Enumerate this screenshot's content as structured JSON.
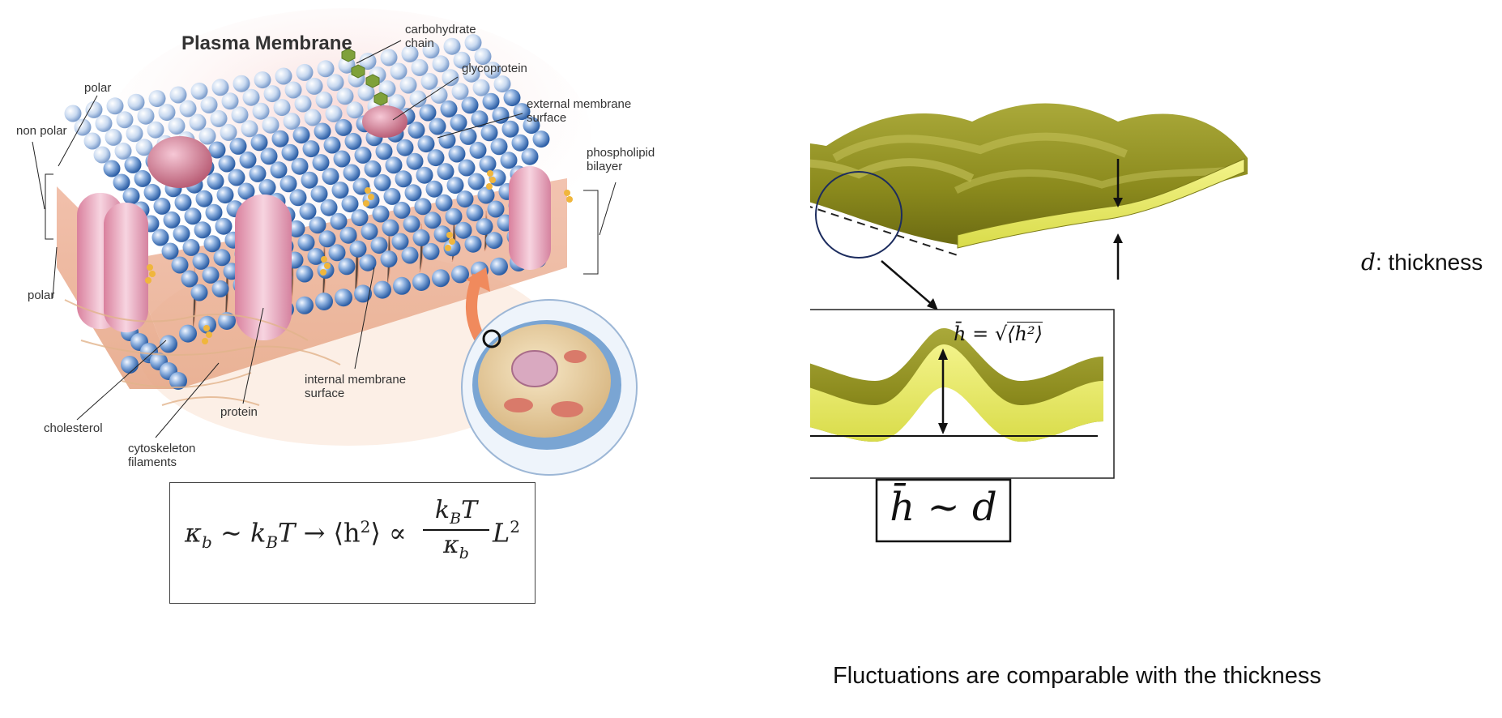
{
  "left_figure": {
    "title": "Plasma Membrane",
    "labels": {
      "carbohydrate_chain": "carbohydrate\nchain",
      "glycoprotein": "glycoprotein",
      "external_surface": "external membrane\nsurface",
      "phospholipid_bilayer": "phospholipid\nbilayer",
      "polar_top": "polar",
      "non_polar": "non polar",
      "polar_bottom": "polar",
      "cholesterol": "cholesterol",
      "cytoskeleton": "cytoskeleton\nfilaments",
      "protein": "protein",
      "internal_surface": "internal membrane\nsurface"
    },
    "formula": {
      "kappa": "κ",
      "sub_b": "b",
      "sim": " ∼ ",
      "k": "k",
      "sub_B": "B",
      "T": "T",
      "arrow": " → ",
      "h2": "⟨h",
      "sup2": "2",
      "close": "⟩",
      "propto": " ∝ ",
      "num": "k",
      "num_sub": "B",
      "num_T": "T",
      "den": "κ",
      "den_sub": "b",
      "L": "L",
      "L_sup": "2"
    }
  },
  "right_figure": {
    "thickness_label_var": "d",
    "thickness_label_text": ": thickness",
    "inset_formula_lhs": "h̄ = ",
    "inset_formula_sqrt": "√",
    "inset_formula_rhs": "⟨h²⟩",
    "scaling_h": "h̄",
    "scaling_sim": " ~ ",
    "scaling_d": "d",
    "caption": "Fluctuations are comparable with the thickness"
  },
  "colors": {
    "membrane_olive": "#8c8f1e",
    "membrane_yellow": "#e8ec6a",
    "bead_blue": "#3d6fb3",
    "protein_pink": "#e7a2bb"
  }
}
